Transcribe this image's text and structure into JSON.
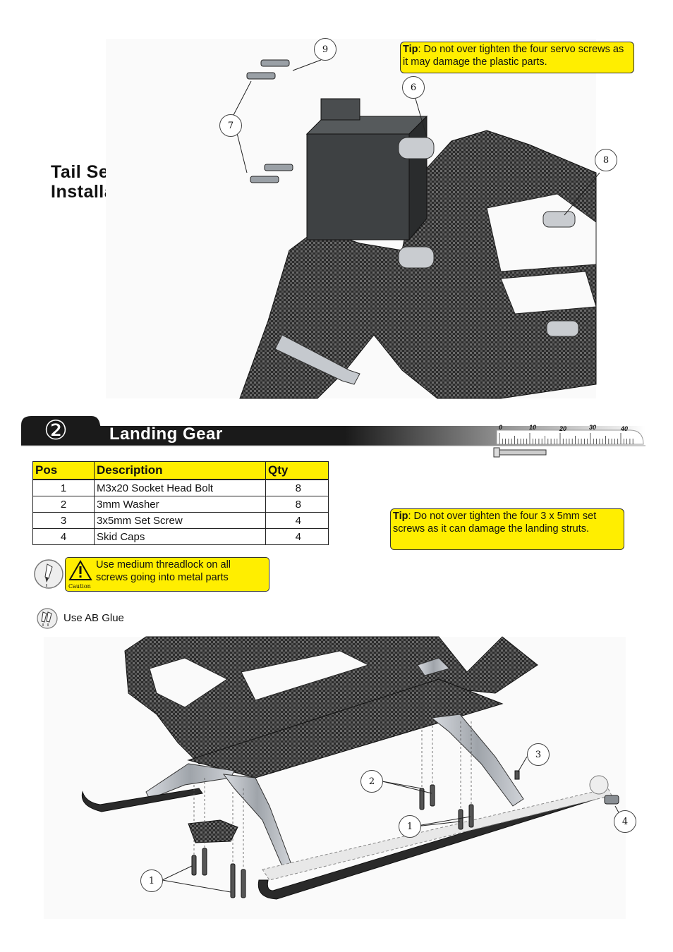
{
  "servo_section": {
    "title_line1": "Tail Servo",
    "title_line2": "Installation",
    "tip": {
      "label": "Tip",
      "text": ":   Do not over tighten the four servo screws as it may damage the plastic parts."
    },
    "callouts": [
      "9",
      "6",
      "7",
      "8"
    ]
  },
  "landing_section": {
    "step_number": "②",
    "title": "Landing Gear",
    "ruler_ticks": [
      "0",
      "10",
      "20",
      "30",
      "40"
    ],
    "table": {
      "headers": [
        "Pos",
        "Description",
        "Qty"
      ],
      "rows": [
        {
          "pos": "1",
          "description": "M3x20 Socket Head Bolt",
          "qty": "8"
        },
        {
          "pos": "2",
          "description": "3mm Washer",
          "qty": "8"
        },
        {
          "pos": "3",
          "description": "3x5mm Set Screw",
          "qty": "4"
        },
        {
          "pos": "4",
          "description": "Skid Caps",
          "qty": "4"
        }
      ]
    },
    "tip": {
      "label": "Tip",
      "text": ":   Do not over tighten the four 3 x 5mm set screws as it can damage the landing struts."
    },
    "caution": {
      "badge": "Caution",
      "text": "Use medium threadlock on all screws going into metal parts"
    },
    "glue_note": "Use AB Glue",
    "callouts": [
      "3",
      "2",
      "1",
      "4",
      "1"
    ]
  },
  "colors": {
    "tip_yellow": "#ffee00",
    "carbon": "#3a3a3a",
    "alu": "#b8bcc2"
  }
}
